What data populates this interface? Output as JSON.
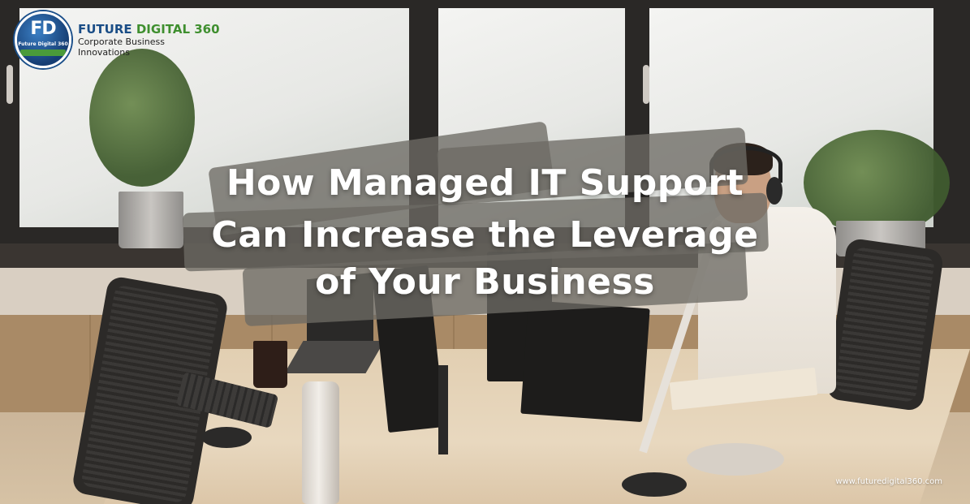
{
  "logo": {
    "badge_letters": "FD",
    "badge_small": "Future Digital 360",
    "brand_part1": "FUTURE ",
    "brand_part2": "DIGITAL 360",
    "tagline_line1": "Corporate Business",
    "tagline_line2": "Innovations"
  },
  "headline": {
    "line1": "How Managed IT Support",
    "line2": "Can Increase the Leverage",
    "line3": "of Your Business"
  },
  "footer": {
    "url": "www.futuredigital360.com"
  },
  "colors": {
    "brand_blue": "#1a4d86",
    "brand_green": "#3f8f2f",
    "brush_gray": "#6d6a64"
  }
}
